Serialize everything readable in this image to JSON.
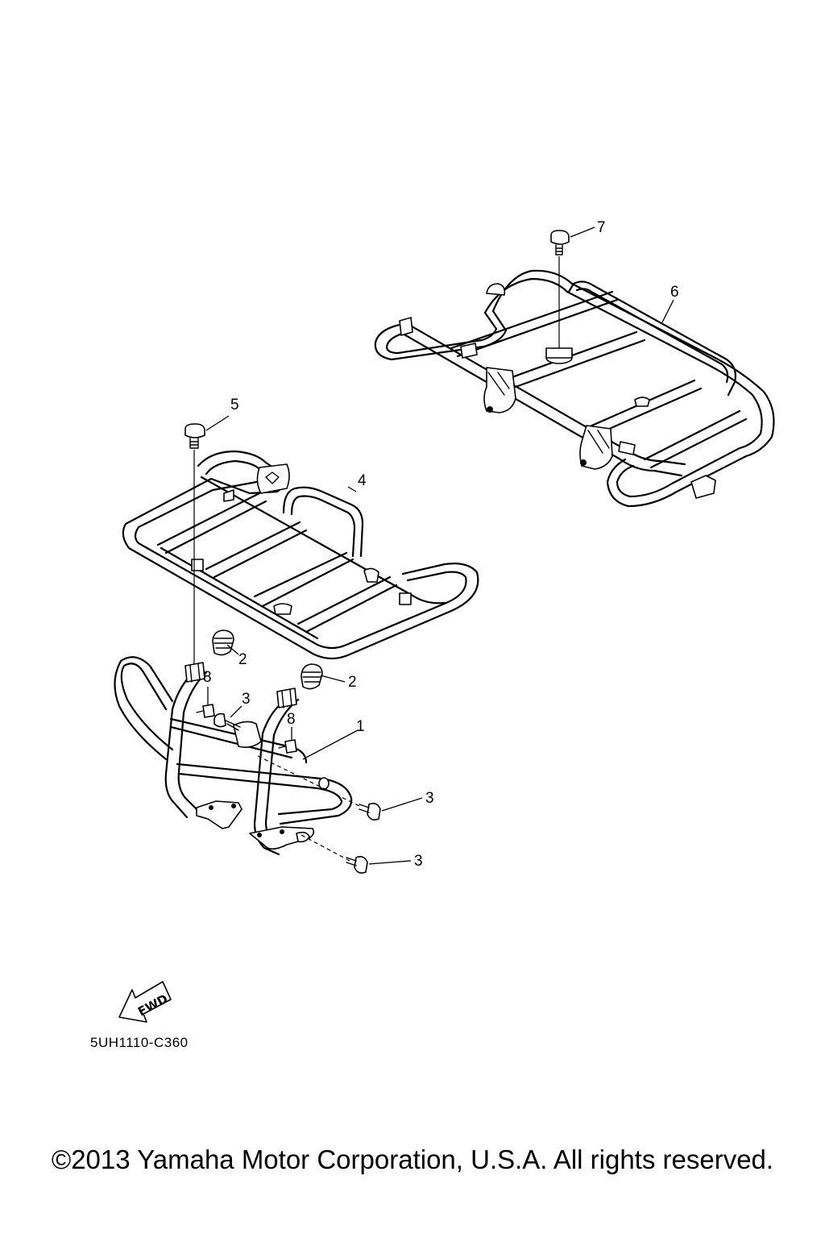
{
  "callouts": {
    "c1": "1",
    "c2a": "2",
    "c2b": "2",
    "c3a": "3",
    "c3b": "3",
    "c3c": "3",
    "c4": "4",
    "c5": "5",
    "c6": "6",
    "c7": "7",
    "c8a": "8",
    "c8b": "8"
  },
  "fwd_arrow": {
    "label": "FWD",
    "icon": "forward-direction-arrow-icon"
  },
  "diagram_code": "5UH1110-C360",
  "copyright": "©2013 Yamaha Motor Corporation, U.S.A. All rights reserved."
}
